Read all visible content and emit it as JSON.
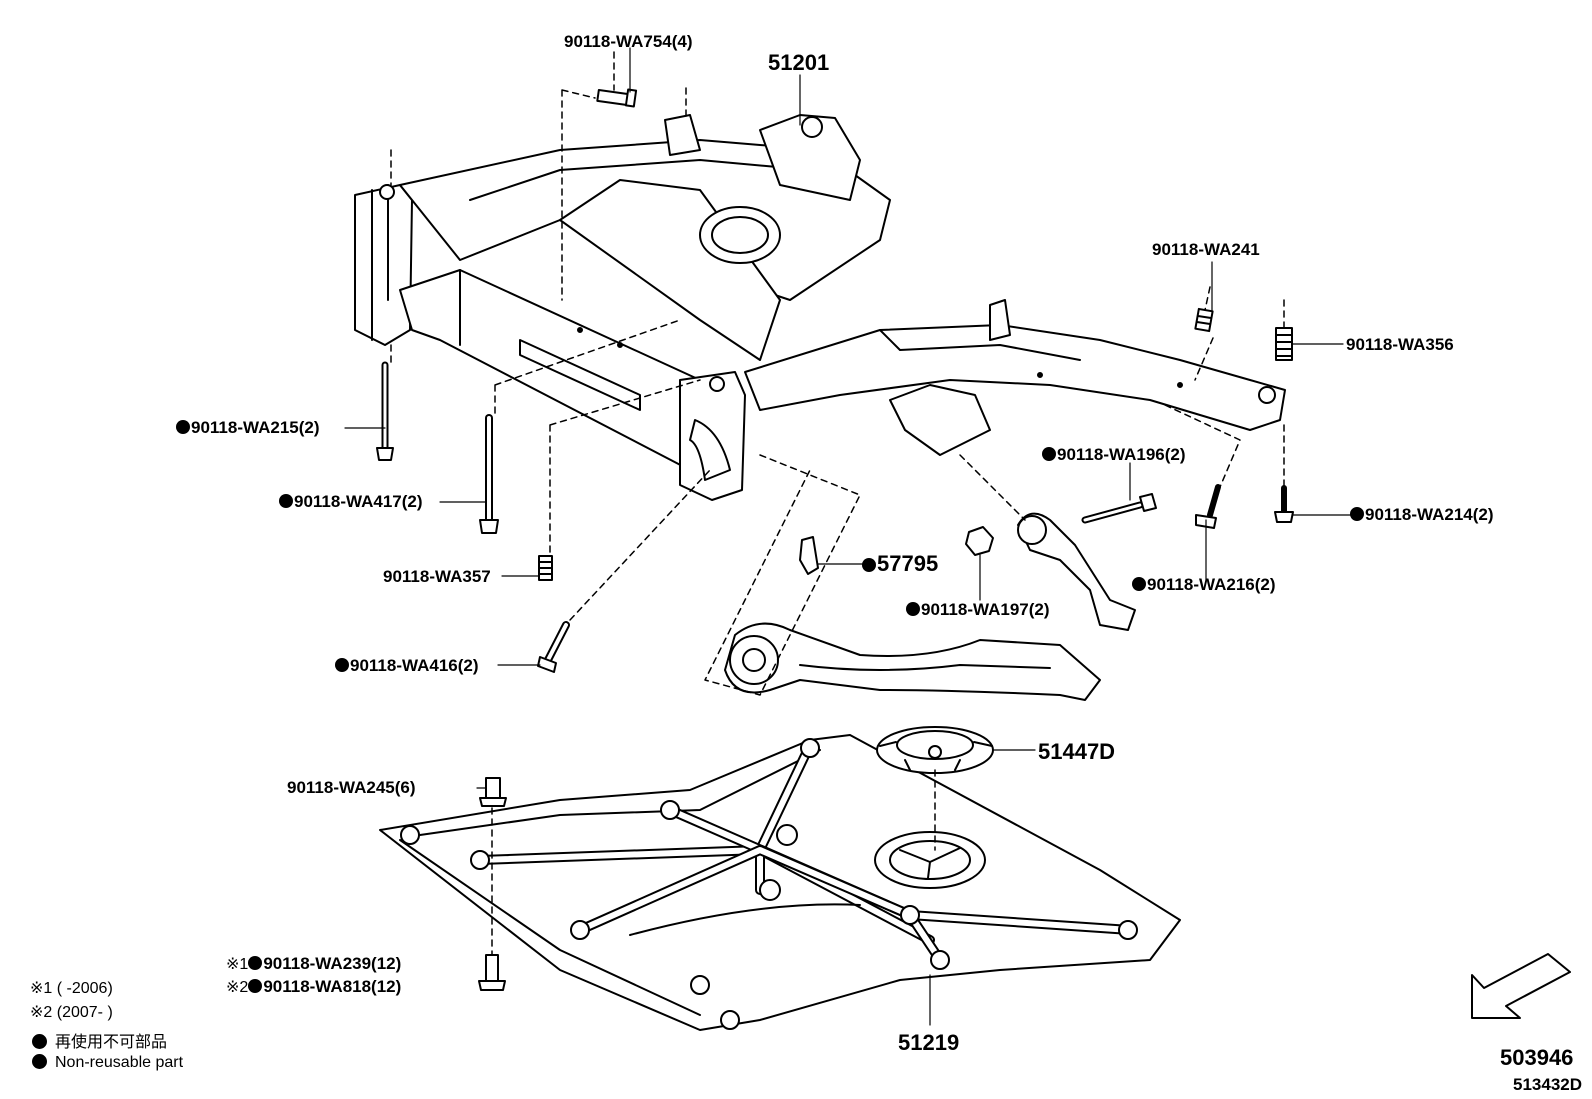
{
  "labels": {
    "p_90118_wa754": "90118-WA754(4)",
    "p_51201": "51201",
    "p_90118_wa241": "90118-WA241",
    "p_90118_wa356": "90118-WA356",
    "p_90118_wa215": "90118-WA215(2)",
    "p_90118_wa417": "90118-WA417(2)",
    "p_90118_wa357": "90118-WA357",
    "p_90118_wa196": "90118-WA196(2)",
    "p_90118_wa214": "90118-WA214(2)",
    "p_57795": "57795",
    "p_90118_wa216": "90118-WA216(2)",
    "p_90118_wa197": "90118-WA197(2)",
    "p_90118_wa416": "90118-WA416(2)",
    "p_51447d": "51447D",
    "p_90118_wa245": "90118-WA245(6)",
    "p_90118_wa239": "90118-WA239(12)",
    "p_90118_wa818": "90118-WA818(12)",
    "p_51219": "51219",
    "p_503946": "503946",
    "p_513432d": "513432D"
  },
  "notes": {
    "mark1": "※1",
    "mark2": "※2",
    "note1": "※1 (       -2006)",
    "note2": "※2 (2007-        )",
    "legend_jp": "再使用不可部品",
    "legend_en": "Non-reusable part"
  }
}
